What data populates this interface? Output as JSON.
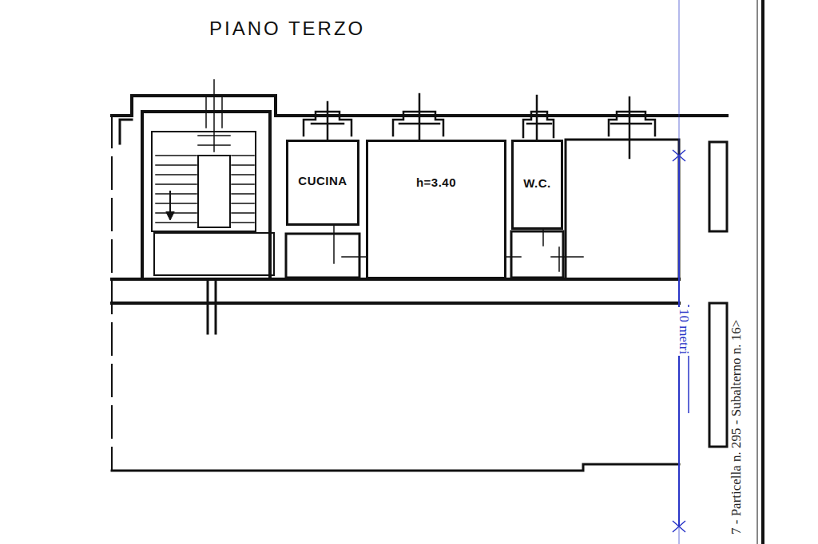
{
  "diagram": {
    "title": "PIANO TERZO",
    "nodes": [
      {
        "text": [
          "CUCINA"
        ]
      },
      {
        "text": [
          "h=3.40"
        ]
      },
      {
        "text": [
          "W.C."
        ]
      }
    ],
    "labels": [
      "10 metri",
      "7 - Particella n. 295 - Subalterno n. 16>"
    ]
  }
}
